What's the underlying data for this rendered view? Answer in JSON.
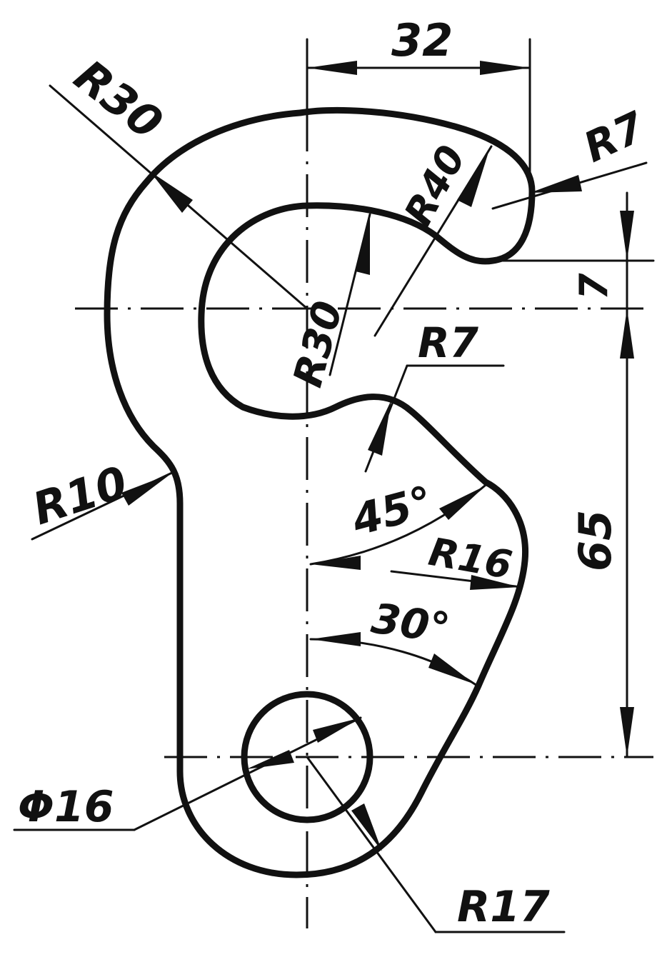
{
  "drawing": {
    "type": "engineering-part-drawing",
    "labels": {
      "dim_32": "32",
      "r30_outer": "R30",
      "r7_hook": "R7",
      "r40": "R40",
      "r30_inner": "R30",
      "r7_notch": "R7",
      "dim_7": "7",
      "dim_65": "65",
      "r10": "R10",
      "angle_45": "45°",
      "r16": "R16",
      "angle_30": "30°",
      "dia_16": "Φ16",
      "r17": "R17"
    }
  }
}
